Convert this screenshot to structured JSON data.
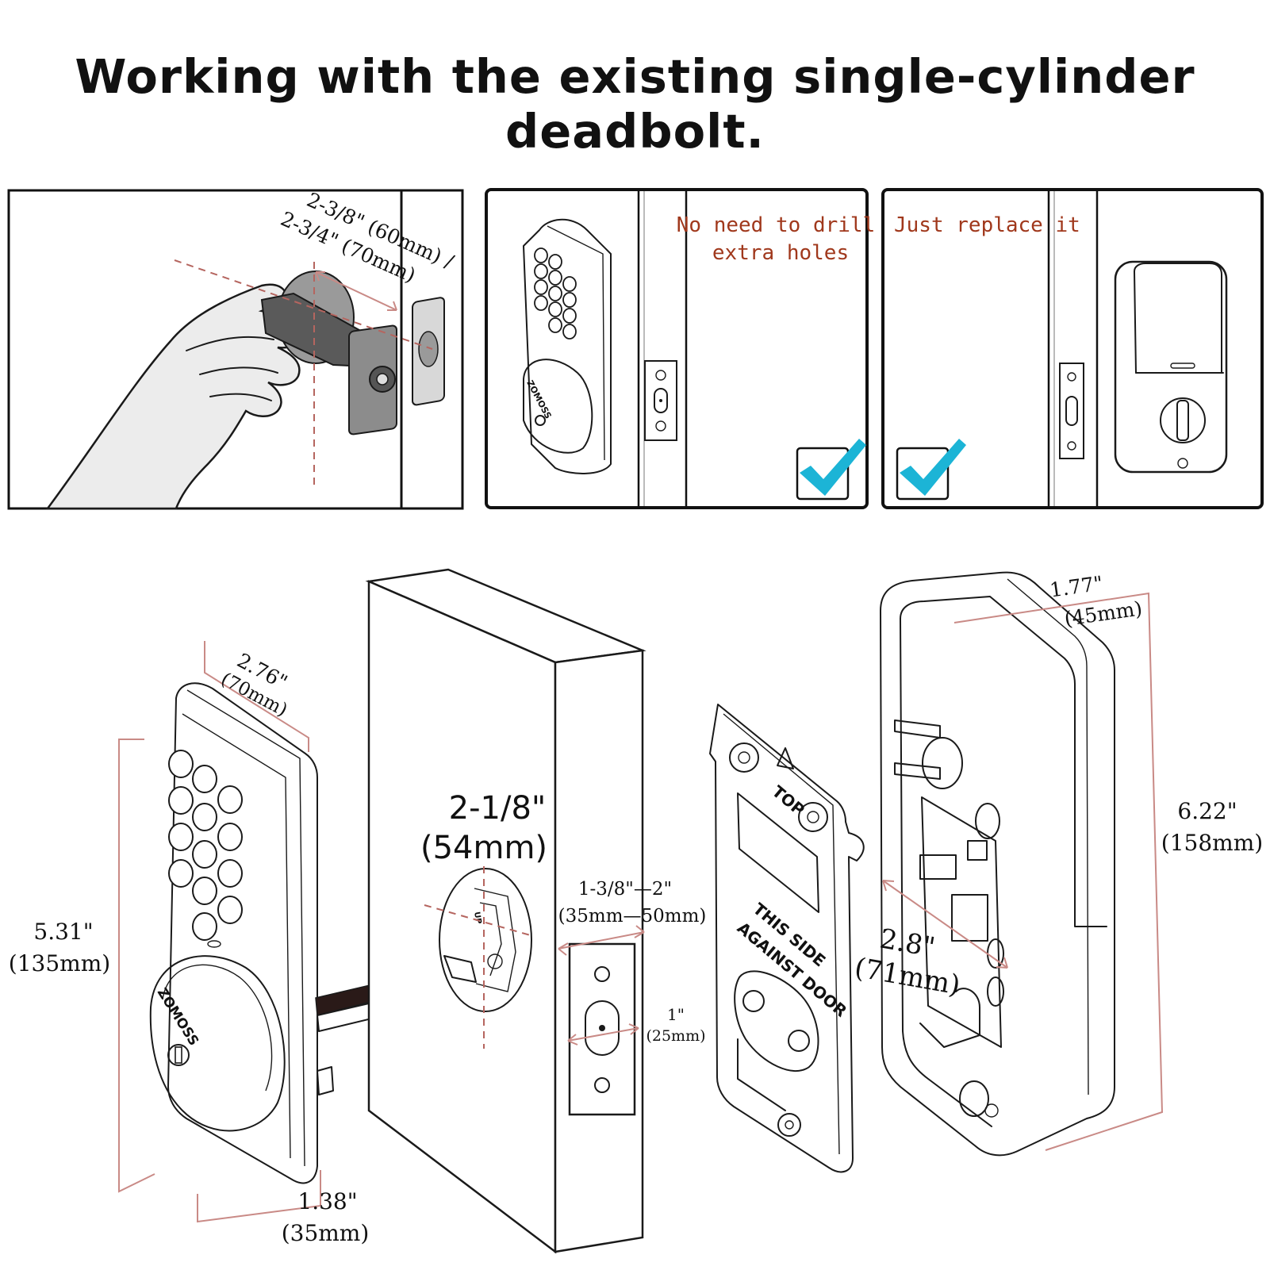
{
  "header": {
    "title": "Working with the existing single-cylinder deadbolt."
  },
  "panels": {
    "left": {
      "dim_top": "2-3/8\" (60mm) /",
      "dim_bottom": "2-3/4\" (70mm)"
    },
    "middle": {
      "note_line1": "No need to drill",
      "note_line2": "extra holes",
      "keypad_brand": "ZOMOSS"
    },
    "right": {
      "note": "Just replace it"
    }
  },
  "dimensions": {
    "keypad_width": {
      "value": "2.76\"",
      "metric": "(70mm)"
    },
    "keypad_height": {
      "value": "5.31\"",
      "metric": "(135mm)"
    },
    "keypad_depth": {
      "value": "1.38\"",
      "metric": "(35mm)"
    },
    "bore_hole": {
      "value": "2-1/8\"",
      "metric": "(54mm)"
    },
    "door_thickness": {
      "value": "1-3/8\"—2\"",
      "metric": "(35mm—50mm)"
    },
    "latch_hole": {
      "value": "1\"",
      "metric": "(25mm)"
    },
    "interior_width": {
      "value": "1.77\"",
      "metric": "(45mm)"
    },
    "interior_height": {
      "value": "6.22\"",
      "metric": "(158mm)"
    },
    "interior_depth": {
      "value": "2.8\"",
      "metric": "(71mm)"
    }
  },
  "labels": {
    "mount_plate_top": "TOP",
    "mount_plate_side_1": "THIS SIDE",
    "mount_plate_side_2": "AGAINST DOOR",
    "keypad_brand": "ZOMOSS",
    "strike_mark": "UP"
  },
  "colors": {
    "note_text": "#a0381c",
    "check": "#1cb4d6",
    "dimension_line": "#c98a86",
    "centerline": "#b5655f"
  }
}
